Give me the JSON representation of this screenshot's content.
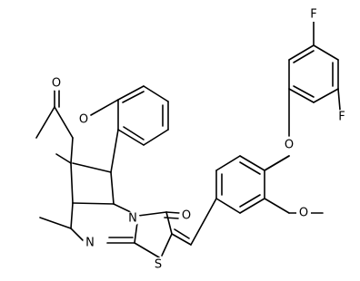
{
  "molecule": {
    "bond_color": "#000000",
    "background": "#ffffff",
    "atom_labels": {
      "fluorine_top": "F",
      "fluorine_right": "F",
      "ether_oxygen": "O",
      "methoxy_oxygen": "O",
      "acetyl_oxygen": "O",
      "bridge_oxygen": "O",
      "thiazole_carbonyl_oxygen": "O",
      "ring_nitrogen": "N",
      "imine_nitrogen": "N",
      "thiazole_sulfur": "S"
    }
  }
}
